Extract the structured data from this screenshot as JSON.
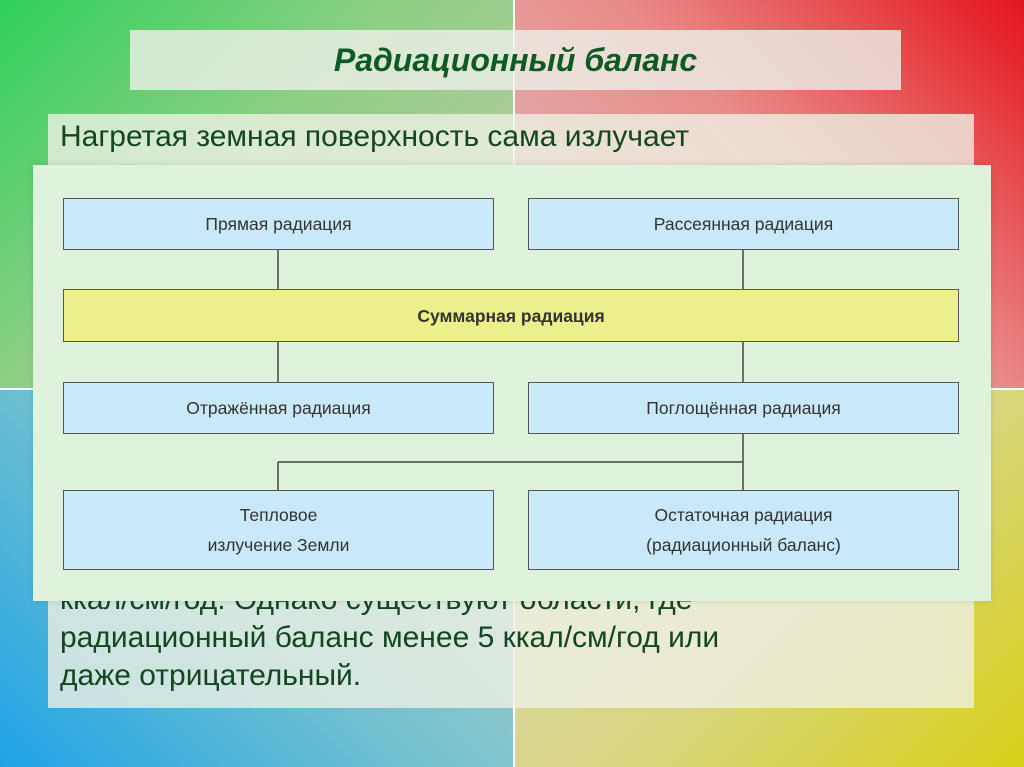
{
  "slide": {
    "title": "Радиационный баланс",
    "text_top": "Нагретая земная поверхность сама излучает",
    "text_bottom_lines": [
      "ккал/см/год. Однако существуют области, где",
      "радиационный баланс менее 5 ккал/см/год или",
      "даже отрицательный."
    ]
  },
  "diagram": {
    "direct": "Прямая радиация",
    "scattered": "Рассеянная радиация",
    "total": "Суммарная радиация",
    "reflected": "Отражённая радиация",
    "absorbed": "Поглощённая радиация",
    "thermal": [
      "Тепловое",
      "излучение Земли"
    ],
    "residual": [
      "Остаточная радиация",
      "(радиационный баланс)"
    ]
  },
  "colors": {
    "box_blue": "#c9e8f8",
    "box_yellow": "#ecf08a",
    "diagram_bg": "#dff2dc",
    "title_text": "#0f5a22",
    "body_text": "#12471f"
  }
}
